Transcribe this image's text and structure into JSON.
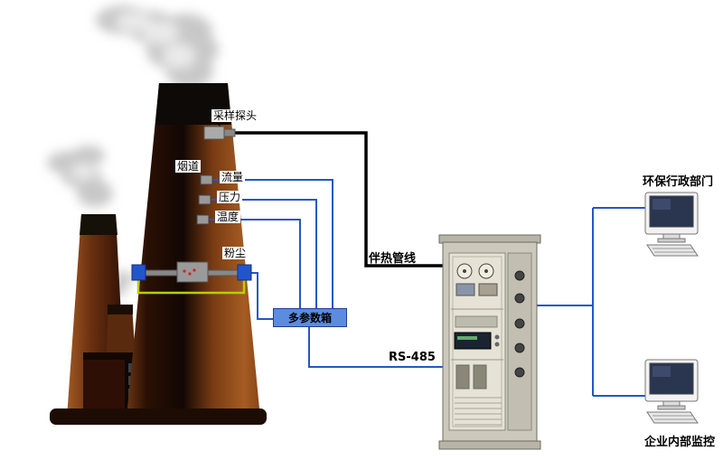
{
  "diagram": {
    "labels": {
      "sampling_probe": "采样探头",
      "flue_duct": "烟道",
      "flow": "流量",
      "pressure": "压力",
      "temperature": "温度",
      "dust": "粉尘",
      "multi_param_box": "多参数箱",
      "heated_line": "伴热管线",
      "rs485": "RS-485",
      "epa_department": "环保行政部门",
      "internal_monitoring": "企业内部监控"
    },
    "colors": {
      "signal_blue": "#2456c8",
      "heated_line_black": "#000000",
      "multi_param_box_bg": "#5c8ce0",
      "chimney_brown": "#7a3a12",
      "cabinet_beige": "#ccc9bc",
      "dust_sensor_blue": "#2255cc",
      "dust_bracket_green": "#b6d000"
    }
  }
}
